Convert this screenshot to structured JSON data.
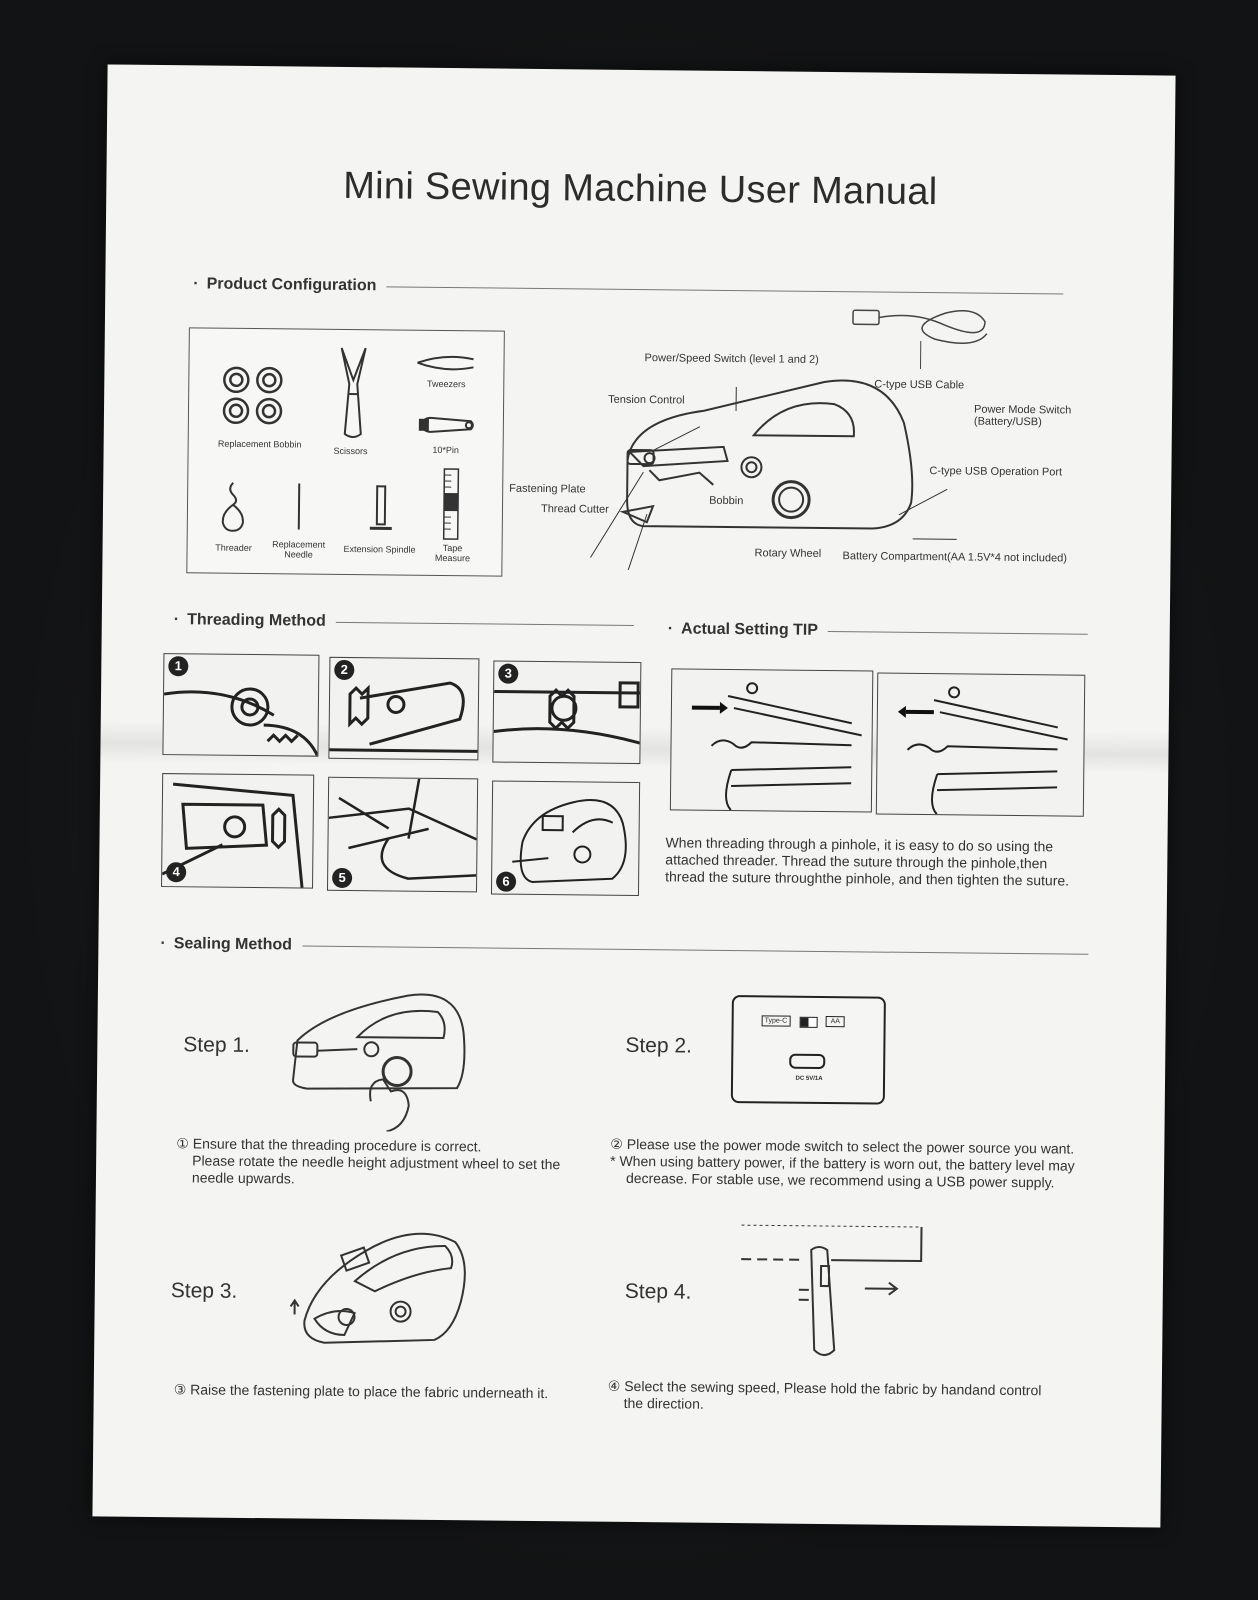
{
  "title": "Mini Sewing Machine User Manual",
  "sections": {
    "product_configuration": "Product Configuration",
    "threading_method": "Threading Method",
    "actual_setting_tip": "Actual Setting TIP",
    "sealing_method": "Sealing Method"
  },
  "accessories": {
    "replacement_bobbin": "Replacement Bobbin",
    "scissors": "Scissors",
    "tweezers": "Tweezers",
    "pin": "10*Pin",
    "threader": "Threader",
    "replacement_needle_1": "Replacement",
    "replacement_needle_2": "Needle",
    "extension_spindle": "Extension Spindle",
    "tape_measure_1": "Tape",
    "tape_measure_2": "Measure"
  },
  "machine_labels": {
    "power_speed_switch": "Power/Speed Switch (level 1 and 2)",
    "usb_cable": "C-type USB Cable",
    "tension_control": "Tension Control",
    "power_mode_switch_1": "Power Mode Switch",
    "power_mode_switch_2": "(Battery/USB)",
    "usb_port": "C-type USB Operation Port",
    "fastening_plate": "Fastening Plate",
    "bobbin": "Bobbin",
    "thread_cutter": "Thread Cutter",
    "rotary_wheel": "Rotary Wheel",
    "battery_compartment": "Battery Compartment(AA 1.5V*4 not included)"
  },
  "threading_steps": [
    "1",
    "2",
    "3",
    "4",
    "5",
    "6"
  ],
  "tip_text": [
    "When threading through a pinhole, it is easy to do so using the",
    "attached threader. Thread the suture through the pinhole,then",
    "thread the suture throughthe pinhole, and then tighten the suture."
  ],
  "steps": {
    "step1": {
      "label": "Step 1.",
      "text": [
        "① Ensure that the threading procedure is correct.",
        "Please rotate the needle height adjustment wheel to set the",
        "needle upwards."
      ]
    },
    "step2": {
      "label": "Step 2.",
      "text": [
        "② Please use the power mode switch to select the power source you want.",
        "* When using battery power, if the battery is worn out, the battery level may",
        "decrease. For stable use, we recommend using a USB power supply."
      ],
      "switch_labels": {
        "typec": "Type-C",
        "aa": "AA",
        "dc": "DC 5V/1A"
      }
    },
    "step3": {
      "label": "Step 3.",
      "text": "③ Raise the fastening plate to place the fabric underneath it."
    },
    "step4": {
      "label": "Step 4.",
      "text": [
        "④ Select the sewing speed, Please hold the fabric by handand control",
        "the direction."
      ]
    }
  }
}
